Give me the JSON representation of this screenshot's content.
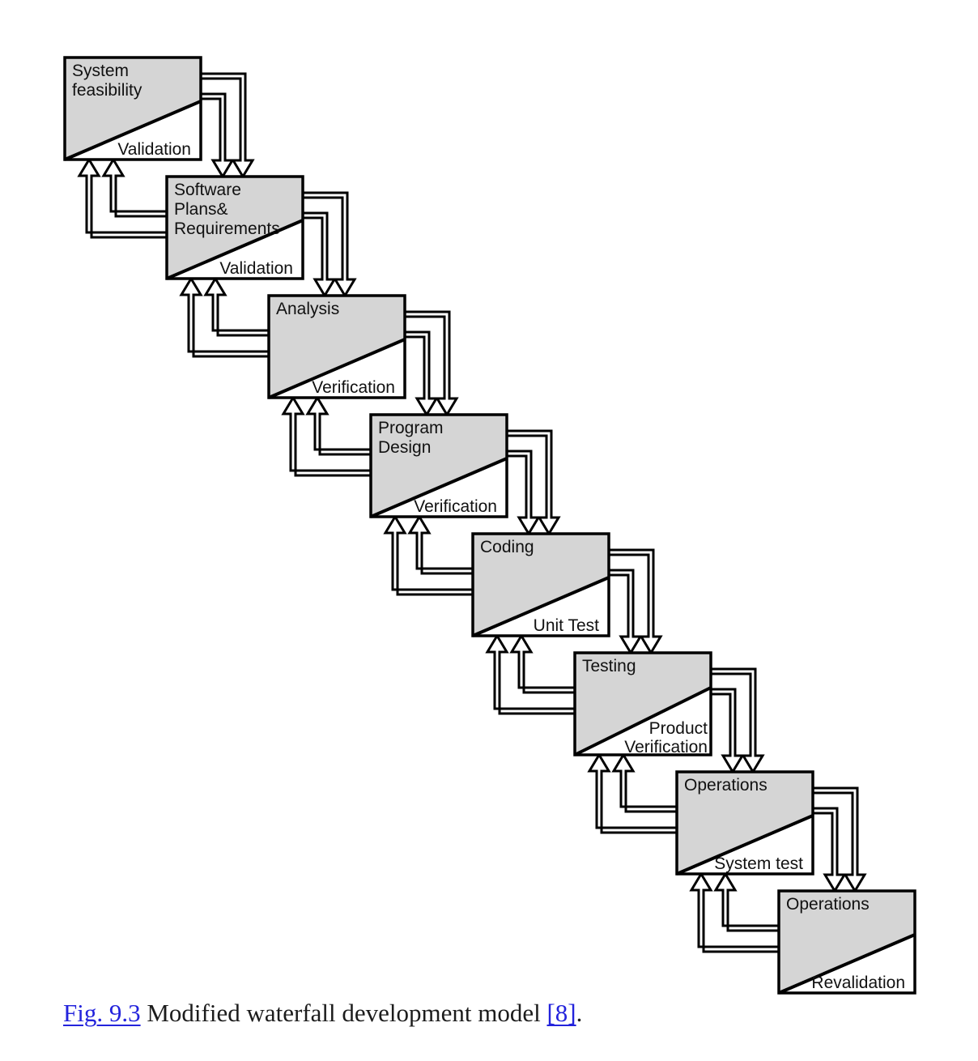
{
  "diagram": {
    "box_fill": "#d5d5d5",
    "line_color": "#000000",
    "boxes": [
      {
        "title": "System\nfeasibility",
        "label": "Validation"
      },
      {
        "title": "Software Plans&\nRequirements",
        "label": "Validation"
      },
      {
        "title": "Analysis",
        "label": "Verification"
      },
      {
        "title": "Program Design",
        "label": "Verification"
      },
      {
        "title": "Coding",
        "label": "Unit Test"
      },
      {
        "title": "Testing",
        "label": "Product\nVerification"
      },
      {
        "title": "Operations",
        "label": "System test"
      },
      {
        "title": "Operations",
        "label": "Revalidation"
      }
    ]
  },
  "caption": {
    "figure_link": "Fig. 9.3",
    "text": " Modified waterfall development model ",
    "citation_link": "[8]",
    "suffix": ".",
    "link_color": "#2323dc"
  }
}
